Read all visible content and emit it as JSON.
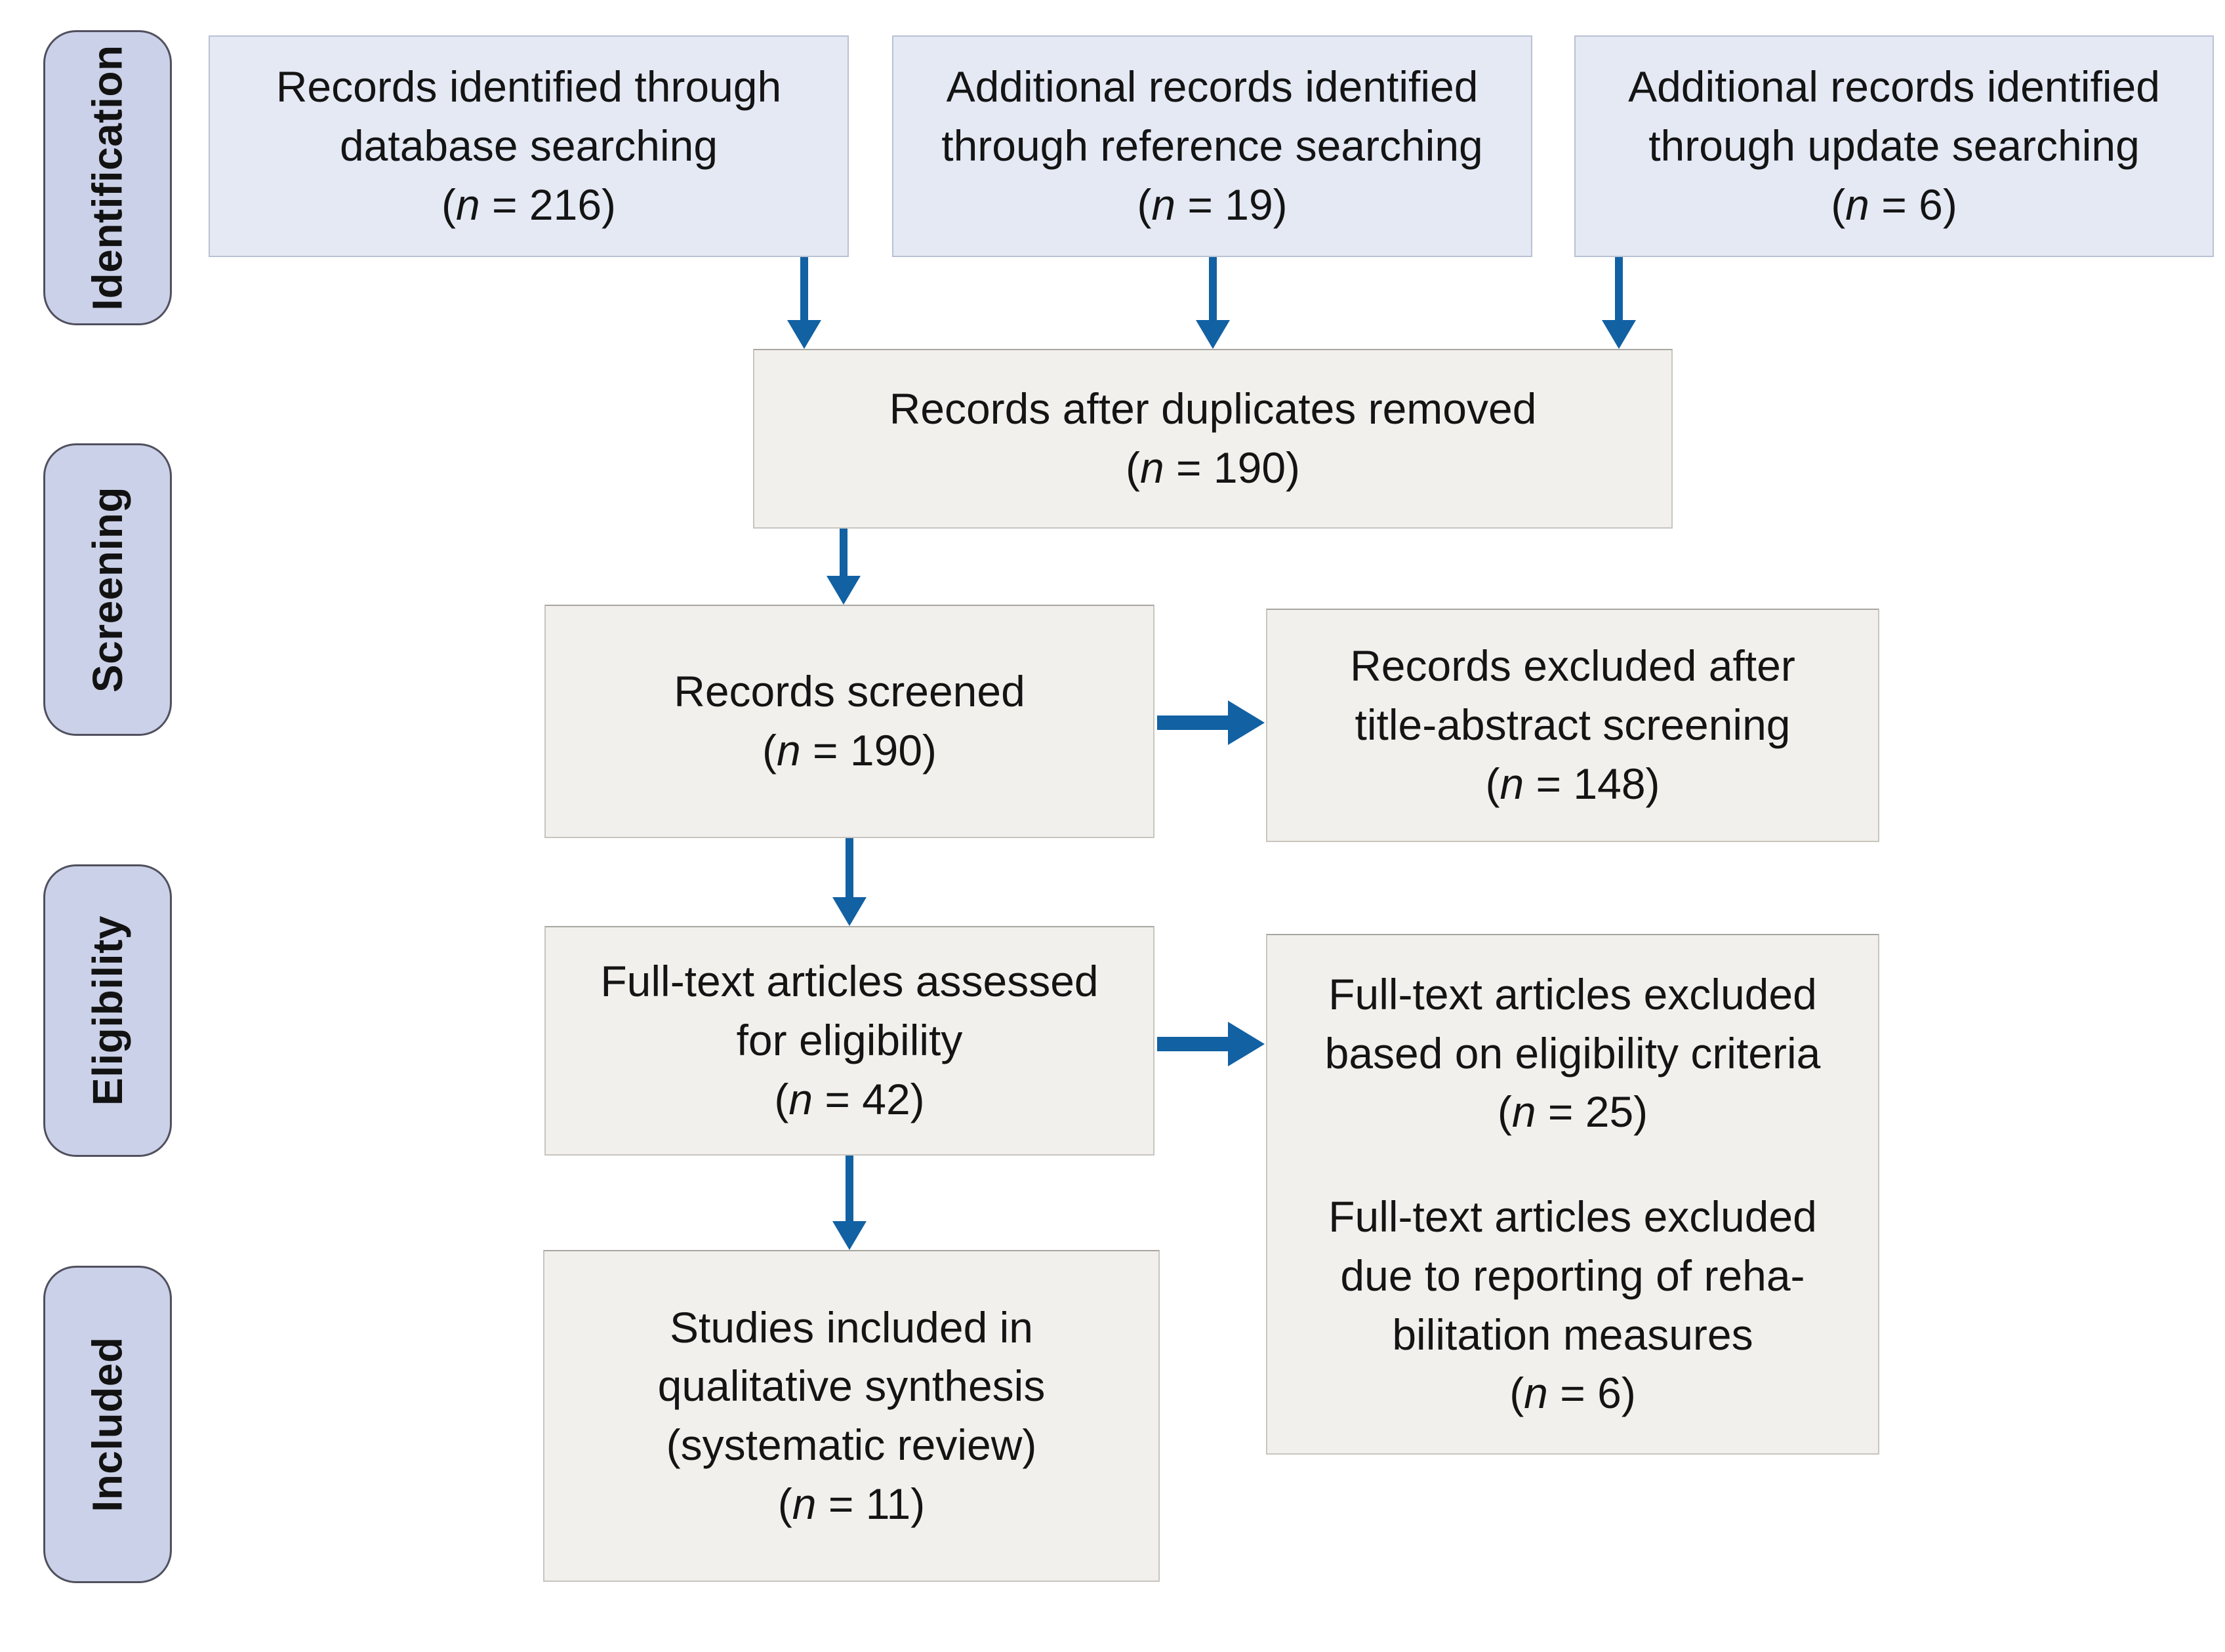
{
  "diagram": {
    "type": "prisma-flow",
    "colors": {
      "arrow": "#1261a3",
      "stage_fill": "#cbd1e8",
      "stage_border": "#50505e",
      "identification_box_fill": "#e4e9f4",
      "identification_box_border": "#b9c1d4",
      "flow_box_fill": "#f2f0ec",
      "flow_box_border": "#c8c5be",
      "text": "#141414",
      "background": "#ffffff"
    }
  },
  "stages": [
    {
      "label": "Identification"
    },
    {
      "label": "Screening"
    },
    {
      "label": "Eligibility"
    },
    {
      "label": "Included"
    }
  ],
  "boxes": {
    "db_search": {
      "lines": [
        "Records identified through",
        "database searching"
      ],
      "n_open": "(",
      "n_symbol": "n",
      "n_rest": " = 216)"
    },
    "ref_search": {
      "lines": [
        "Additional records identified",
        "through reference searching"
      ],
      "n_open": "(",
      "n_symbol": "n",
      "n_rest": " = 19)"
    },
    "update_search": {
      "lines": [
        "Additional records identified",
        "through update searching"
      ],
      "n_open": "(",
      "n_symbol": "n",
      "n_rest": " = 6)"
    },
    "duplicates_removed": {
      "lines": [
        "Records after duplicates removed"
      ],
      "n_open": "(",
      "n_symbol": "n",
      "n_rest": " = 190)"
    },
    "screened": {
      "lines": [
        "Records screened"
      ],
      "n_open": "(",
      "n_symbol": "n",
      "n_rest": " = 190)"
    },
    "excluded_screening": {
      "lines": [
        "Records excluded after",
        "title-abstract screening"
      ],
      "n_open": "(",
      "n_symbol": "n",
      "n_rest": " = 148)"
    },
    "fulltext_assessed": {
      "lines": [
        "Full-text articles assessed",
        "for eligibility"
      ],
      "n_open": "(",
      "n_symbol": "n",
      "n_rest": " = 42)"
    },
    "excluded_eligibility": {
      "lines": [
        "Full-text articles excluded",
        "based on eligibility criteria"
      ],
      "n_open": "(",
      "n_symbol": "n",
      "n_rest": " = 25)"
    },
    "excluded_rehab": {
      "lines": [
        "Full-text articles excluded",
        "due to reporting of reha-",
        "bilitation measures"
      ],
      "n_open": "(",
      "n_symbol": "n",
      "n_rest": " = 6)"
    },
    "included_studies": {
      "lines": [
        "Studies included in",
        "qualitative synthesis",
        "(systematic review)"
      ],
      "n_open": "(",
      "n_symbol": "n",
      "n_rest": " = 11)"
    }
  }
}
